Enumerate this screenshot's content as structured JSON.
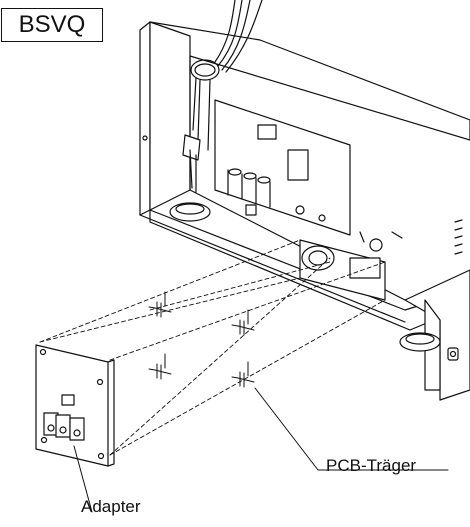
{
  "model_label": "BSVQ",
  "callouts": {
    "pcb_support": "PCB-Träger",
    "adapter": "Adapter"
  },
  "colors": {
    "line": "#111111",
    "background": "#ffffff"
  }
}
